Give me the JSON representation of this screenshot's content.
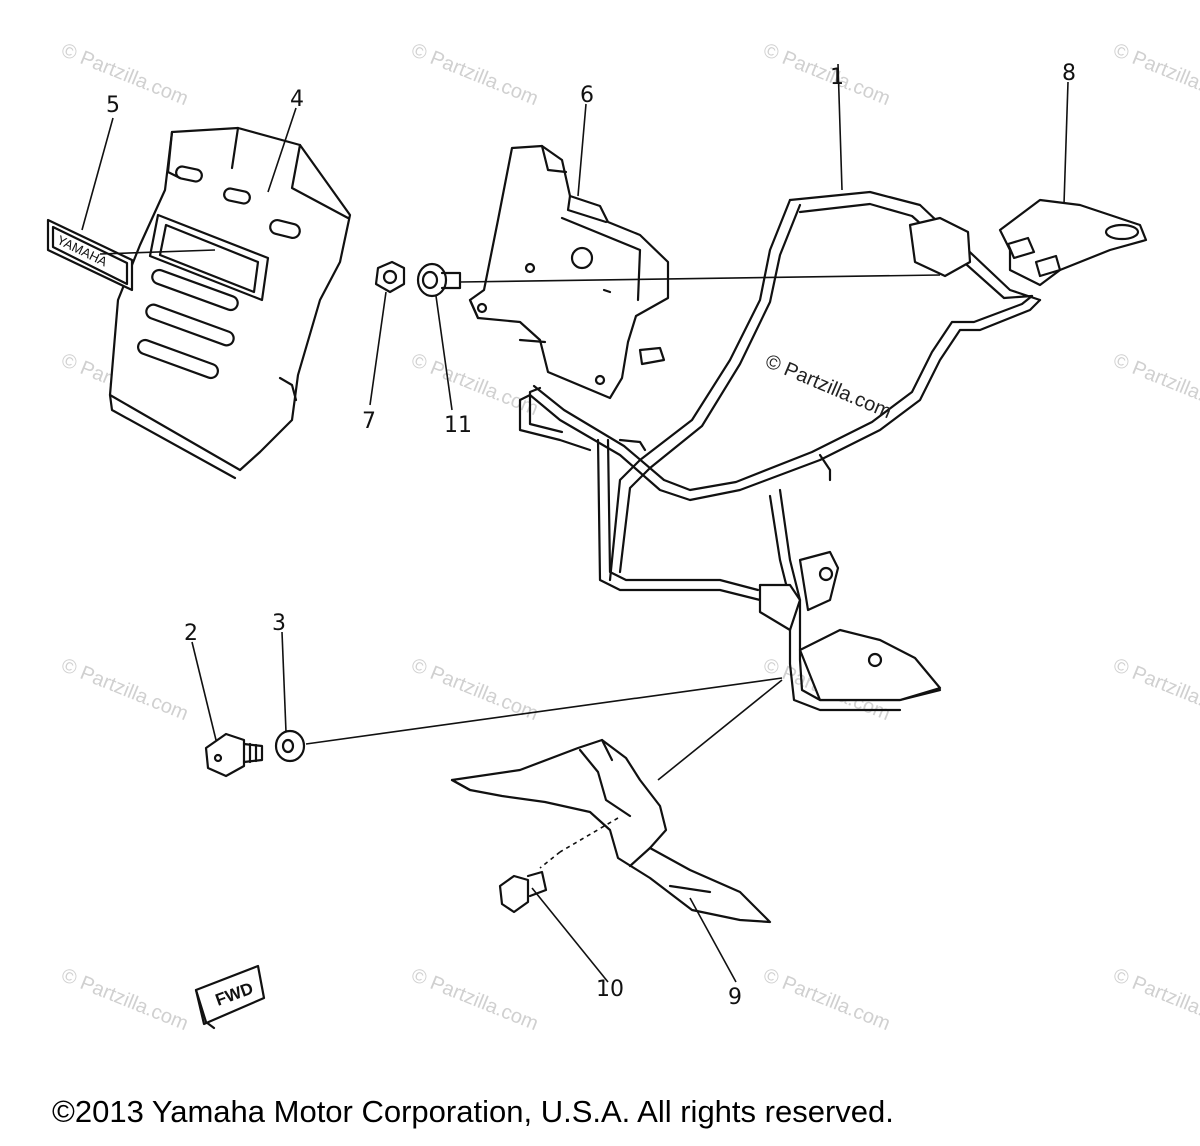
{
  "callouts": {
    "p1": "1",
    "p2": "2",
    "p3": "3",
    "p4": "4",
    "p5": "5",
    "p6": "6",
    "p7": "7",
    "p8": "8",
    "p9": "9",
    "p10": "10",
    "p11": "11"
  },
  "emblem_text": "YAMAHA",
  "fwd_text": "FWD",
  "watermark_center": "© Partzilla.com",
  "watermark_repeat": "© Partzilla.com",
  "copyright": "©2013 Yamaha Motor Corporation, U.S.A. All rights reserved."
}
